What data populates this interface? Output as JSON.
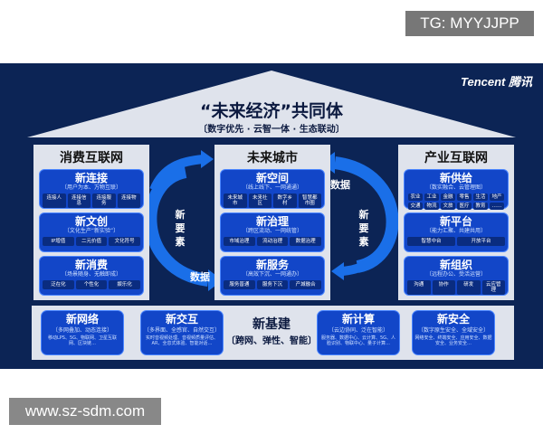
{
  "watermark_top": "TG: MYYJJPP",
  "watermark_bottom": "www.sz-sdm.com",
  "logo": "Tencent 腾讯",
  "title": "“未来经济”共同体",
  "subtitle": "〔数字优先 · 云智一体 · 生态联动〕",
  "arrow_labels": {
    "left_vertical": "新要素",
    "right_vertical": "新要素",
    "top_right": "数据",
    "bottom_left": "数据"
  },
  "columns": [
    {
      "title": "消费互联网",
      "cards": [
        {
          "title": "新连接",
          "sub": "〔用户为本、万物互联〕",
          "chips": [
            "连接人",
            "连接信息",
            "连接服务",
            "连接物"
          ]
        },
        {
          "title": "新文创",
          "sub": "〔文化生产“新实验”〕",
          "chips": [
            "IP增值",
            "二元价值",
            "文化符号"
          ]
        },
        {
          "title": "新消费",
          "sub": "〔场景随身、无触即成〕",
          "chips": [
            "泛在化",
            "个性化",
            "娱乐化"
          ]
        }
      ]
    },
    {
      "title": "未来城市",
      "cards": [
        {
          "title": "新空间",
          "sub": "〔线上线下、一网通通〕",
          "chips": [
            "未来城市",
            "未来社区",
            "数字乡村",
            "智慧都市圈"
          ]
        },
        {
          "title": "新治理",
          "sub": "〔跨区流动、一网统管〕",
          "chips": [
            "市域治理",
            "流动治理",
            "数据治理"
          ]
        },
        {
          "title": "新服务",
          "sub": "〔高效下沉、一网通办〕",
          "chips": [
            "服务普通",
            "服务下沉",
            "产城融合"
          ]
        }
      ]
    },
    {
      "title": "产业互联网",
      "cards": [
        {
          "title": "新供给",
          "sub": "〔数实融合、云管理图〕",
          "chips": [
            "农业",
            "工业",
            "金融",
            "零售",
            "生活",
            "地产",
            "交通",
            "物流",
            "文旅",
            "医疗",
            "教育",
            "……"
          ]
        },
        {
          "title": "新平台",
          "sub": "〔能力汇聚、共建共用〕",
          "chips": [
            "智慧中台",
            "开放平台"
          ]
        },
        {
          "title": "新组织",
          "sub": "〔远程办公、受活运营〕",
          "chips": [
            "沟通",
            "协作",
            "研发",
            "云应管理"
          ]
        }
      ]
    }
  ],
  "base": {
    "title": "新基建",
    "sub": "〔跨网、弹性、智能〕",
    "cards": [
      {
        "title": "新网络",
        "sub": "〔多网叠加、动态连接〕",
        "text": "移动LPS、5G、物联网、卫星互联网、区块链…"
      },
      {
        "title": "新交互",
        "sub": "〔多界面、全感官、自然交互〕",
        "text": "实时音视频处理、音视频质量评估、AR、全息式体验、智能对话…"
      },
      {
        "title": "新计算",
        "sub": "〔云边协同、泛在智能〕",
        "text": "服务器、数据中心、云计算、5G、人脸识别、物联中心、量子计算…"
      },
      {
        "title": "新安全",
        "sub": "〔数字原生安全、全域安全〕",
        "text": "网络安全、终端安全、应用安全、数据安全、业务安全…"
      }
    ]
  },
  "colors": {
    "background": "#0c2455",
    "card": "#1246c8",
    "roof": "#dfe3ec"
  }
}
